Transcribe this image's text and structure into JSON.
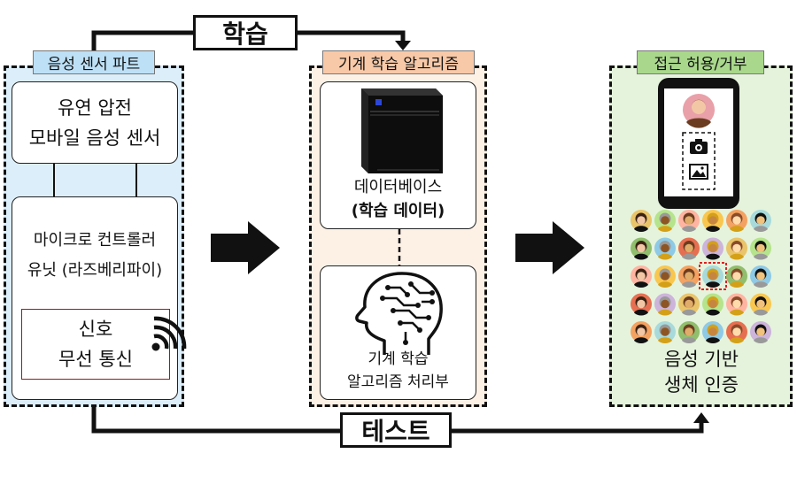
{
  "top_link": {
    "label": "학습"
  },
  "bottom_link": {
    "label": "테스트"
  },
  "sensor_part": {
    "tag": "음성 센서 파트",
    "sensor_line1": "유연 압전",
    "sensor_line2": "모바일 음성 센서",
    "mcu_line1": "마이크로 컨트롤러",
    "mcu_line2": "유닛 (라즈베리파이)",
    "signal_line1": "신호",
    "signal_line2": "무선 통신"
  },
  "ml_part": {
    "tag": "기계 학습 알고리즘",
    "db_line1": "데이터베이스",
    "db_line2": "(학습 데이터)",
    "proc_line1": "기계 학습",
    "proc_line2": "알고리즘 처리부"
  },
  "access_part": {
    "tag": "접근 허용/거부",
    "result_line1": "음성 기반",
    "result_line2": "생체 인증"
  },
  "colors": {
    "sensor_bg": "#dceefa",
    "sensor_tag": "#bde0f6",
    "ml_bg": "#fdf1e6",
    "ml_tag": "#f8c9a8",
    "access_bg": "#e5f3dc",
    "access_tag": "#a9d88c",
    "highlight": "#e02020"
  },
  "icons": [
    "wifi-icon",
    "server-tower-icon",
    "brain-circuit-head-icon",
    "smartphone-icon",
    "camera-icon",
    "image-icon",
    "face-avatar-icon"
  ]
}
